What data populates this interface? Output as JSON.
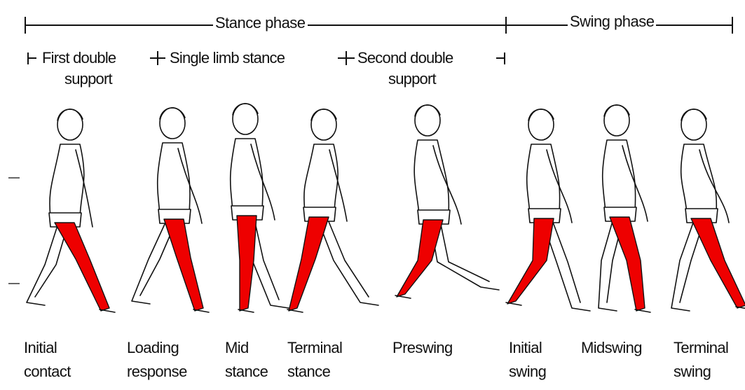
{
  "phases": {
    "stance": "Stance phase",
    "swing": "Swing phase"
  },
  "subphases": {
    "first_double": "First double",
    "first_double_2": "support",
    "single_limb": "Single limb stance",
    "second_double": "Second double",
    "second_double_2": "support"
  },
  "gait_phases": [
    {
      "line1": "Initial",
      "line2": "contact"
    },
    {
      "line1": "Loading",
      "line2": "response"
    },
    {
      "line1": "Mid",
      "line2": "stance"
    },
    {
      "line1": "Terminal",
      "line2": "stance"
    },
    {
      "line1": "Preswing",
      "line2": ""
    },
    {
      "line1": "Initial",
      "line2": "swing"
    },
    {
      "line1": "Midswing",
      "line2": ""
    },
    {
      "line1": "Terminal",
      "line2": "swing"
    }
  ],
  "colors": {
    "leg_highlight": "#ee0000",
    "outline": "#111111"
  }
}
